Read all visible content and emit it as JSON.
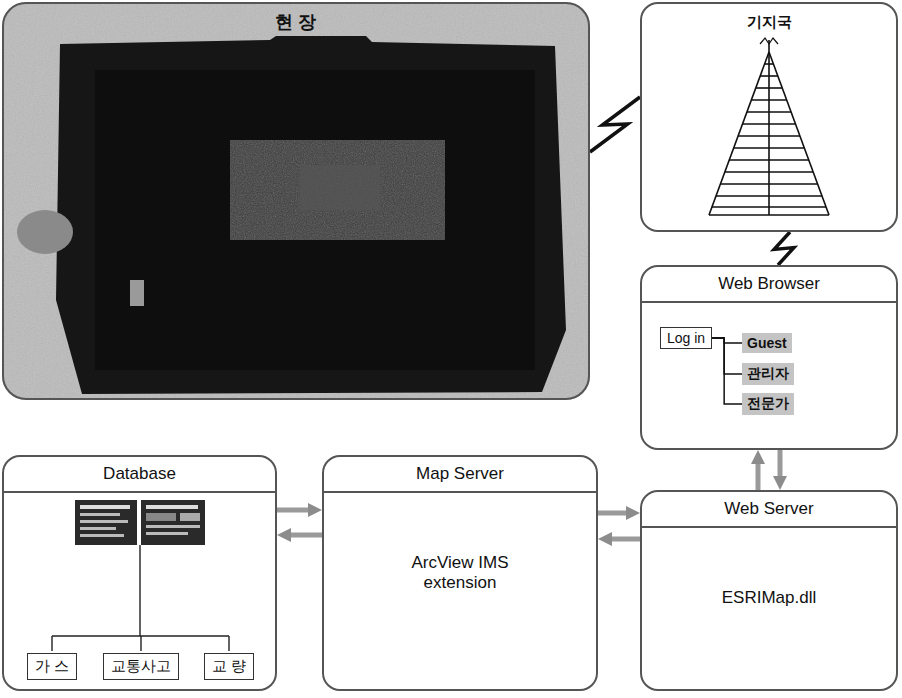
{
  "diagram": {
    "nodes": [
      {
        "text": [
          "현 장"
        ]
      },
      {
        "text": [
          "기지국"
        ]
      },
      {
        "text": [
          "Web Browser"
        ]
      },
      {
        "text": [
          "Log in"
        ],
        "in": 2
      },
      {
        "text": [
          "Guest"
        ],
        "in": 2
      },
      {
        "text": [
          "관리자"
        ],
        "in": 2
      },
      {
        "text": [
          "전문가"
        ],
        "in": 2
      },
      {
        "text": [
          "Database"
        ]
      },
      {
        "text": [
          "가 스"
        ],
        "in": 7
      },
      {
        "text": [
          "교통사고"
        ],
        "in": 7
      },
      {
        "text": [
          "교 량"
        ],
        "in": 7
      },
      {
        "text": [
          "Map Server",
          "ArcView IMS extension"
        ]
      },
      {
        "text": [
          "Web Server",
          "ESRIMap.dll"
        ]
      }
    ],
    "edges": [
      {
        "from": 0,
        "to": 1,
        "arrow": "none"
      },
      {
        "from": 1,
        "to": 2,
        "arrow": "none"
      },
      {
        "from": 3,
        "to": 4,
        "arrow": "none"
      },
      {
        "from": 3,
        "to": 5,
        "arrow": "none"
      },
      {
        "from": 3,
        "to": 6,
        "arrow": "none"
      },
      {
        "from": 12,
        "to": 2,
        "arrow": "to"
      },
      {
        "from": 2,
        "to": 12,
        "arrow": "to"
      },
      {
        "from": 7,
        "to": 11,
        "arrow": "to"
      },
      {
        "from": 11,
        "to": 7,
        "arrow": "to"
      },
      {
        "from": 11,
        "to": 12,
        "arrow": "to"
      },
      {
        "from": 12,
        "to": 11,
        "arrow": "to"
      }
    ]
  }
}
